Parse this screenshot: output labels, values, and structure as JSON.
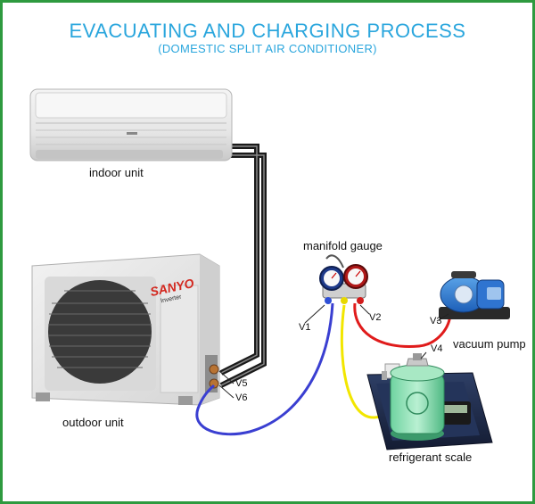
{
  "header": {
    "title": "EVACUATING AND CHARGING PROCESS",
    "subtitle": "(DOMESTIC SPLIT AIR CONDITIONER)"
  },
  "labels": {
    "indoor_unit": "indoor unit",
    "outdoor_unit": "outdoor unit",
    "manifold_gauge": "manifold gauge",
    "vacuum_pump": "vacuum pump",
    "refrigerant_scale": "refrigerant scale"
  },
  "valves": {
    "v1": "V1",
    "v2": "V2",
    "v3": "V3",
    "v4": "V4",
    "v5": "V5",
    "v6": "V6"
  },
  "brand": {
    "logo": "SANYO",
    "sub": "Inverter"
  },
  "colors": {
    "title": "#2aa6dd",
    "border": "#2e9a3f",
    "hose_blue": "#3a3fd1",
    "hose_red": "#e01b1b",
    "hose_yellow": "#f2e600",
    "pipe": "#1a1a1a"
  }
}
